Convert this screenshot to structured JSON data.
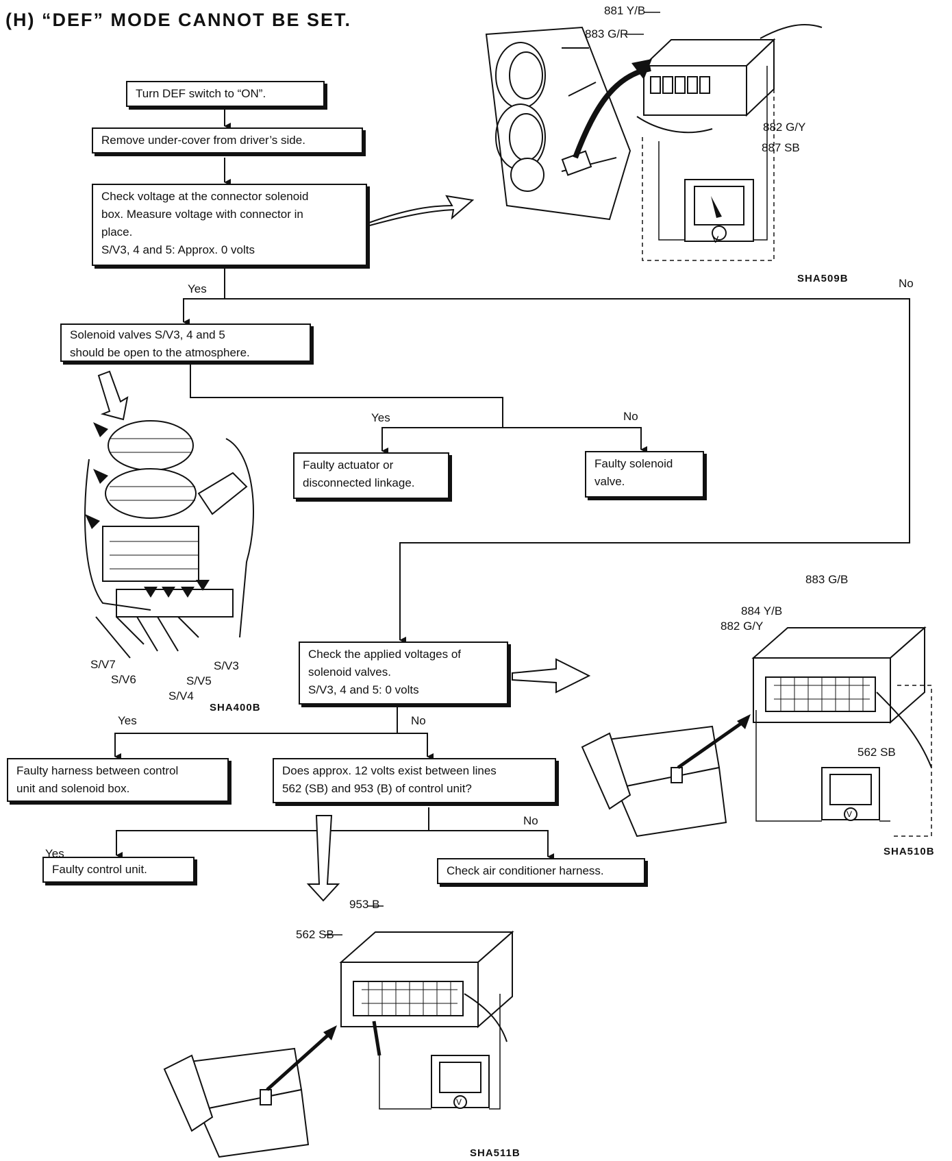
{
  "title": "(H) “DEF” MODE CANNOT BE SET.",
  "steps": {
    "s1": "Turn DEF switch to “ON”.",
    "s2": "Remove under-cover from driver’s side.",
    "s3": [
      "Check voltage at the connector solenoid",
      "box. Measure voltage with connector in",
      "place.",
      "S/V3, 4 and 5:  Approx. 0 volts"
    ],
    "s4": [
      "Solenoid valves S/V3, 4 and 5",
      "should be open to the atmosphere."
    ],
    "s5": [
      "Faulty actuator or",
      "disconnected linkage."
    ],
    "s6": [
      "Faulty solenoid",
      "valve."
    ],
    "s7": [
      "Check the applied voltages of",
      "solenoid valves.",
      "S/V3, 4 and 5:  0 volts"
    ],
    "s8": [
      "Faulty harness between control",
      "unit and solenoid box."
    ],
    "s9": [
      "Does approx. 12 volts exist between lines",
      "562 (SB) and 953 (B) of control unit?"
    ],
    "s10": "Faulty control unit.",
    "s11": "Check air conditioner harness."
  },
  "branches": {
    "yes1": "Yes",
    "no1": "No",
    "yes2": "Yes",
    "no2": "No",
    "yes3": "Yes",
    "no3": "No",
    "yes4": "Yes",
    "no4": "No"
  },
  "fig509": {
    "w1": "881 Y/B",
    "w2": "883 G/R",
    "w3": "882  G/Y",
    "w4": "887 SB",
    "id": "SHA509B"
  },
  "fig400": {
    "sv7": "S/V7",
    "sv6": "S/V6",
    "sv4": "S/V4",
    "sv5": "S/V5",
    "sv3": "S/V3",
    "id": "SHA400B"
  },
  "fig510": {
    "w1": "883 G/B",
    "w2": "884 Y/B",
    "w3": "882 G/Y",
    "w4": "562 SB",
    "id": "SHA510B"
  },
  "fig511": {
    "w1": "953 B",
    "w2": "562 SB",
    "id": "SHA511B"
  },
  "meter_symbol": "V"
}
